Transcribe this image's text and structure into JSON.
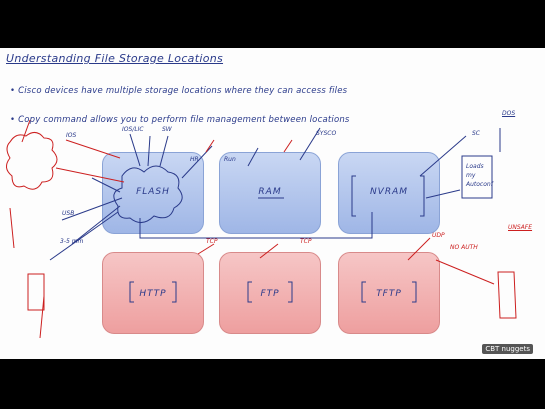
{
  "title": "Understanding File Storage Locations",
  "bullets": [
    "• Cisco devices have multiple storage locations where they can access files",
    "• Copy command allows you to perform file management between locations"
  ],
  "boxes": {
    "flash": "FLASH",
    "ram": "RAM",
    "nvram": "NVRAM",
    "http": "HTTP",
    "ftp": "FTP",
    "tftp": "TFTP"
  },
  "tags": {
    "ios_lic": "IOS/LIC",
    "sw": "SW",
    "ios": "IOS",
    "hr": "HR",
    "run": "Run",
    "sysco": "SYSCO",
    "sc": "SC",
    "nvram_note": "Loads my Autoconf",
    "dos": "DOS",
    "three_five": "3-5 mm",
    "usb": "USB",
    "tcp1": "TCP",
    "tcp2": "TCP",
    "udp": "UDP",
    "no_auth": "NO AUTH",
    "unsafe": "UNSAFE"
  },
  "watermark": "CBT nuggets",
  "colors": {
    "ink_blue": "#2a3a8a",
    "ink_red": "#cc1f1f",
    "box_blue": "#b4c7ee",
    "box_red": "#f2b3b3"
  }
}
